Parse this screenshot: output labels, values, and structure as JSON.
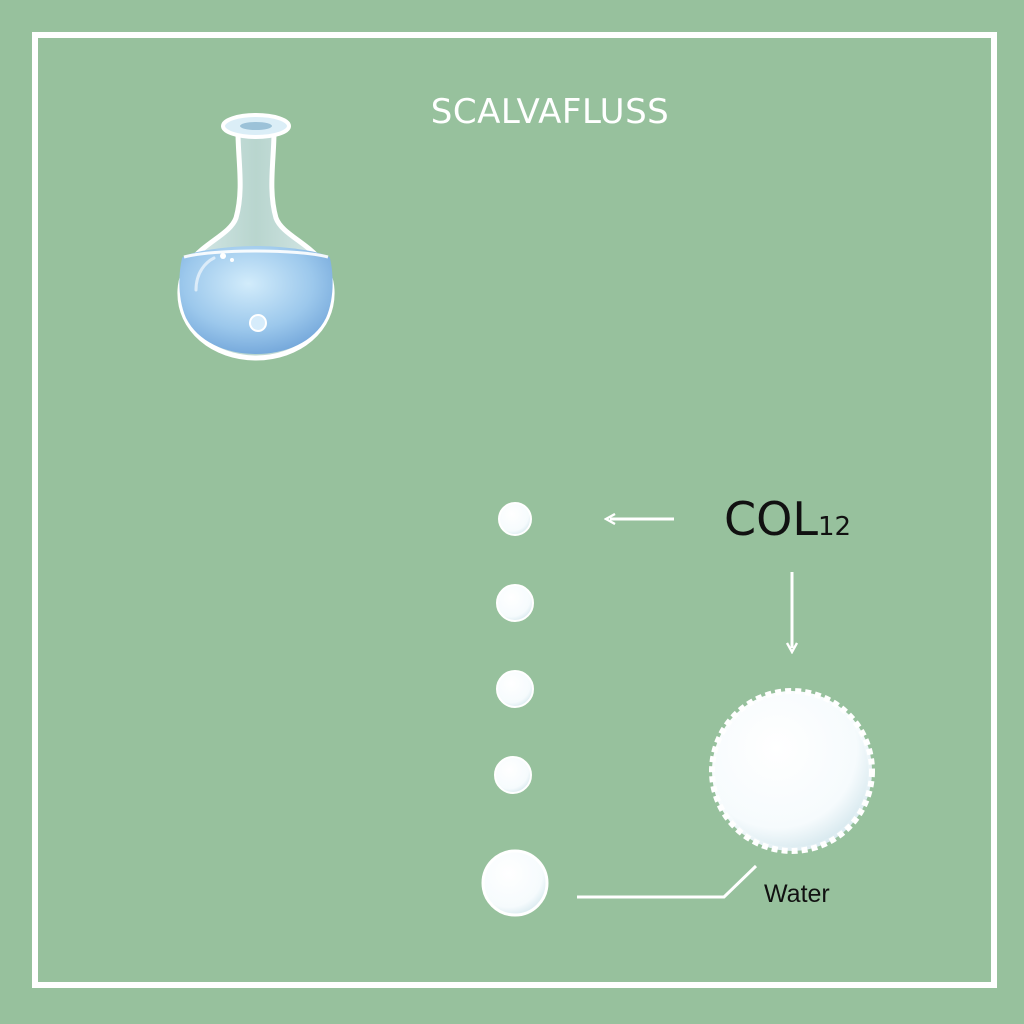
{
  "title": "SCALVAFLUSS",
  "formula": {
    "main": "COL",
    "subscript": "12"
  },
  "water_label": "Water",
  "colors": {
    "background": "#97c19d",
    "frame": "#ffffff",
    "particle": "#ffffff",
    "liquid": "#8fbde6",
    "text_dark": "#111111"
  },
  "icons": [
    "flask-icon",
    "particle-icon",
    "cluster-icon",
    "arrow-left-icon",
    "arrow-down-icon"
  ]
}
